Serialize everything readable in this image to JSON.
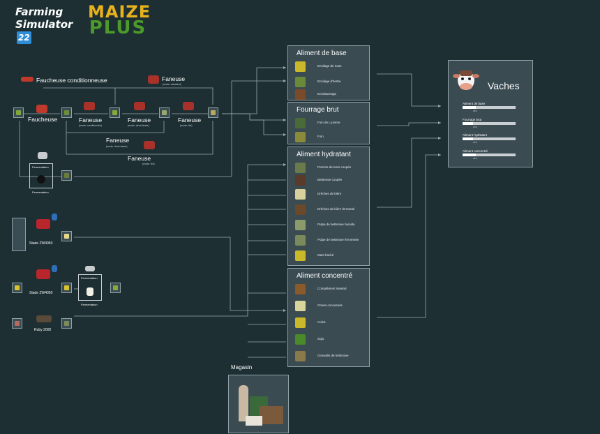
{
  "logos": {
    "fs_line1": "Farming",
    "fs_line2": "Simulator",
    "fs_num": "22",
    "mp_line1": "MAIZE",
    "mp_line2": "PLUS"
  },
  "labels": {
    "faucheuse_cond": "Faucheuse conditionneuse",
    "faneuse_top": "Faneuse",
    "faneuse_top_sub": "(mode: standard)",
    "faucheuse": "Faucheuse",
    "faneuse_a": "Faneuse",
    "faneuse_a_sub": "(mode: conditionnée)",
    "faneuse_b": "Faneuse",
    "faneuse_b_sub": "(mode: demi-fanée)",
    "faneuse_c": "Faneuse",
    "faneuse_c_sub": "(mode: fini)",
    "faneuse_d": "Faneuse",
    "faneuse_d_sub": "(mode: demi-fanée)",
    "faneuse_e": "Faneuse",
    "faneuse_e_sub": "(mode: fini)",
    "fermentation1_top": "Fermentation",
    "fermentation1_bottom": "Fermentation",
    "stade1": "Stade ZW4050",
    "stade2": "Stade ZW4050",
    "fermentation2_top": "Fermentation",
    "fermentation2_bottom": "Fermentation",
    "ruby": "Ruby 2000"
  },
  "panels": {
    "base": {
      "title": "Aliment de base",
      "items": [
        "Ensilage de maïs",
        "Ensilage d'herbe",
        "Enrubannage"
      ]
    },
    "fourrage": {
      "title": "Fourrage brut",
      "items": [
        "Foin de Luzerne",
        "Foin"
      ]
    },
    "hydratant": {
      "title": "Aliment hydratant",
      "items": [
        "Pomme de terre coupée",
        "Betterave coupée",
        "Drêches de bière",
        "Drêches de bière fermenté",
        "Pulpe de betterave humide",
        "Pulpe de betterave fermentée",
        "Maïs haché"
      ]
    },
    "concentre": {
      "title": "Aliment concentré",
      "items": [
        "Complément minéral",
        "Grains concassés",
        "Colza",
        "Soja",
        "Granulés de betterave"
      ]
    }
  },
  "vaches": {
    "title": "Vaches",
    "bars": [
      {
        "label": "Aliment de base",
        "pct": "25%",
        "fill": 0.25
      },
      {
        "label": "Fourrage brut",
        "pct": "20%",
        "fill": 0.2
      },
      {
        "label": "Aliment hydratant",
        "pct": "20%",
        "fill": 0.2
      },
      {
        "label": "Aliment concentré",
        "pct": "25%",
        "fill": 0.25
      }
    ]
  },
  "magasin": {
    "title": "Magasin"
  },
  "icons": {
    "cow": "cow-icon",
    "mower": "mower-icon",
    "tedder": "tedder-icon",
    "silo": "silo-icon"
  }
}
